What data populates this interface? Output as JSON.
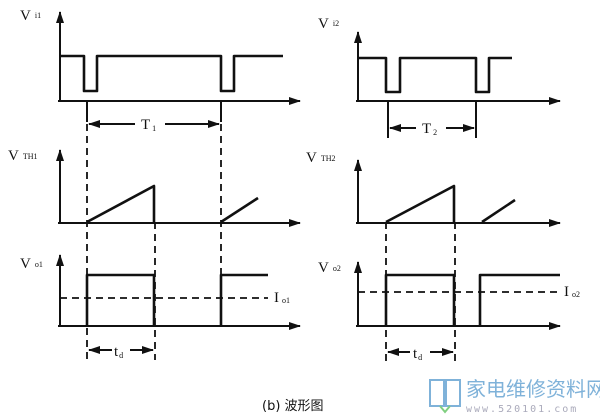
{
  "left": {
    "vi": {
      "main": "V",
      "sub": "i1"
    },
    "period": {
      "main": "T",
      "sub": "1"
    },
    "vth": {
      "main": "V",
      "sub": "TH1"
    },
    "vo": {
      "main": "V",
      "sub": "o1"
    },
    "io": {
      "main": "I",
      "sub": "o1"
    },
    "td": {
      "main": "t",
      "sub": "d"
    }
  },
  "right": {
    "vi": {
      "main": "V",
      "sub": "i2"
    },
    "period": {
      "main": "T",
      "sub": "2"
    },
    "vth": {
      "main": "V",
      "sub": "TH2"
    },
    "vo": {
      "main": "V",
      "sub": "o2"
    },
    "io": {
      "main": "I",
      "sub": "o2"
    },
    "td": {
      "main": "t",
      "sub": "d"
    }
  },
  "caption": "(b) 波形图",
  "watermark": {
    "title": "家电维修资料网",
    "url": "www.520101.com"
  },
  "colors": {
    "ink": "#111111",
    "watermark": "#7fb2d9"
  }
}
